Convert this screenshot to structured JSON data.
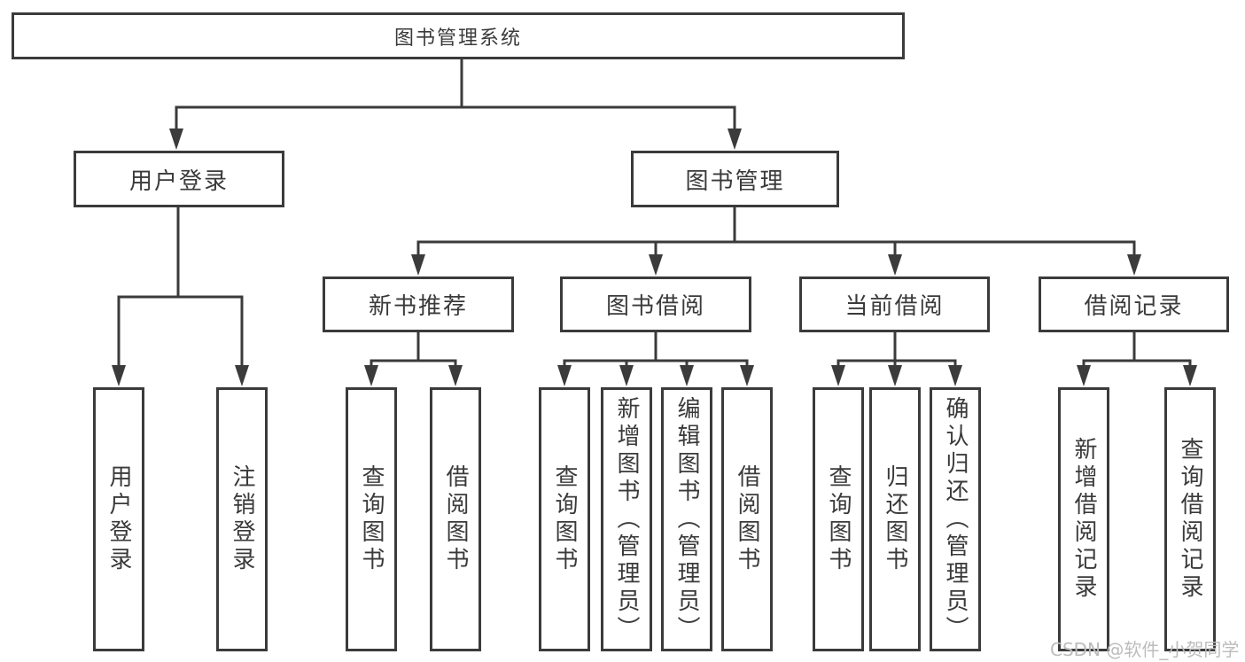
{
  "diagram": {
    "root": {
      "label": "图书管理系统"
    },
    "level2": [
      {
        "label": "用户登录"
      },
      {
        "label": "图书管理"
      }
    ],
    "level3": [
      {
        "label": "新书推荐"
      },
      {
        "label": "图书借阅"
      },
      {
        "label": "当前借阅"
      },
      {
        "label": "借阅记录"
      }
    ],
    "leaves": [
      {
        "label": "用户登录"
      },
      {
        "label": "注销登录"
      },
      {
        "label": "查询图书"
      },
      {
        "label": "借阅图书"
      },
      {
        "label": "查询图书"
      },
      {
        "label": "新增图书（管理员）"
      },
      {
        "label": "编辑图书（管理员）"
      },
      {
        "label": "借阅图书"
      },
      {
        "label": "查询图书"
      },
      {
        "label": "归还图书"
      },
      {
        "label": "确认归还（管理员）"
      },
      {
        "label": "新增借阅记录"
      },
      {
        "label": "查询借阅记录"
      }
    ],
    "watermark": {
      "text": "CSDN @软件_小贺同学"
    },
    "colors": {
      "line": "#3b3b3b",
      "text": "#3a3a3a",
      "watermark": "#bcbcbc",
      "background": "#ffffff"
    }
  }
}
